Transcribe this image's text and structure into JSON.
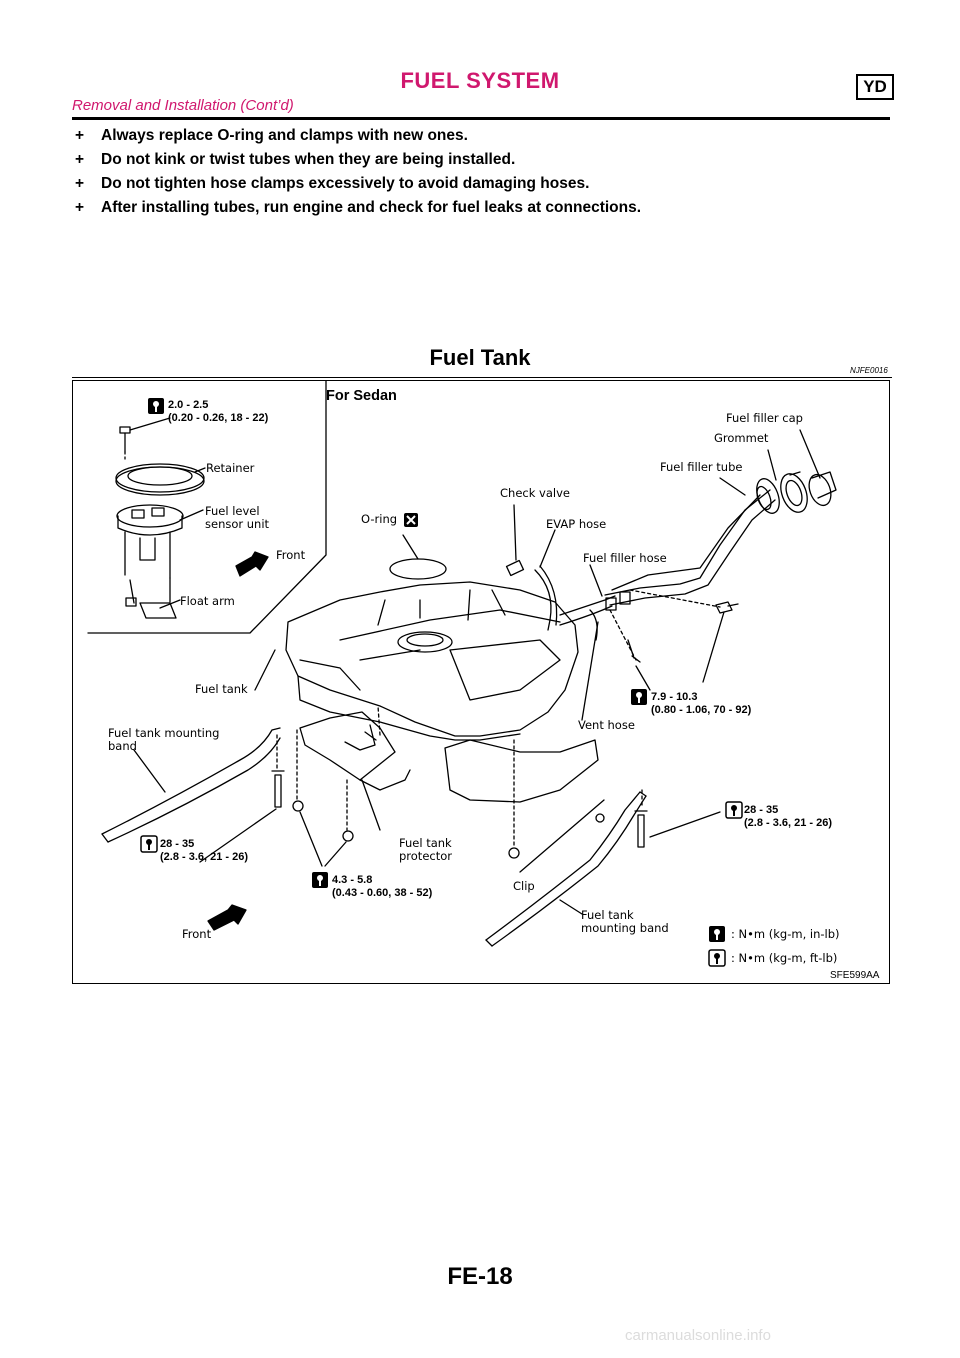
{
  "header": {
    "title": "FUEL SYSTEM",
    "code": "YD",
    "subtitle": "Removal and Installation (Cont’d)"
  },
  "bullet_mark": "+",
  "bullets": [
    "Always replace O-ring and clamps with new ones.",
    "Do not kink or twist tubes when they are being installed.",
    "Do not tighten hose clamps excessively to avoid damaging hoses.",
    "After installing tubes, run engine and check for fuel leaks at connections."
  ],
  "section": {
    "title": "Fuel Tank",
    "ref": "NJFE0016"
  },
  "figure": {
    "subtitle": "For Sedan",
    "code": "SFE599AA",
    "torques": {
      "retainer_bolt": [
        "2.0 - 2.5",
        "(0.20 - 0.26, 18 - 22)"
      ],
      "filler_bolts": [
        "7.9 - 10.3",
        "(0.80 - 1.06, 70 - 92)"
      ],
      "band_bolt_right": [
        "28 - 35",
        "(2.8 - 3.6, 21 - 26)"
      ],
      "band_bolt_left": [
        "28 - 35",
        "(2.8 - 3.6, 21 - 26)"
      ],
      "protector_nuts": [
        "4.3 - 5.8",
        "(0.43 - 0.60, 38 - 52)"
      ]
    },
    "labels": {
      "retainer": "Retainer",
      "fuel_level_sensor_unit": "Fuel level\nsensor unit",
      "front_inset": "Front",
      "float_arm": "Float arm",
      "o_ring": "O-ring",
      "check_valve": "Check valve",
      "evap_hose": "EVAP hose",
      "fuel_filler_cap": "Fuel filler cap",
      "grommet": "Grommet",
      "fuel_filler_tube": "Fuel filler tube",
      "fuel_filler_hose": "Fuel filler hose",
      "fuel_tank": "Fuel tank",
      "vent_hose": "Vent hose",
      "fuel_tank_mounting_band_left": "Fuel tank mounting\nband",
      "fuel_tank_protector": "Fuel tank\nprotector",
      "clip": "Clip",
      "fuel_tank_mounting_band_right": "Fuel tank\nmounting band",
      "front_main": "Front"
    },
    "legend": [
      ": N•m (kg-m, in-lb)",
      ": N•m (kg-m, ft-lb)"
    ]
  },
  "page_number": "FE-18",
  "footer": {
    "site": "carmanualsonline.info"
  }
}
